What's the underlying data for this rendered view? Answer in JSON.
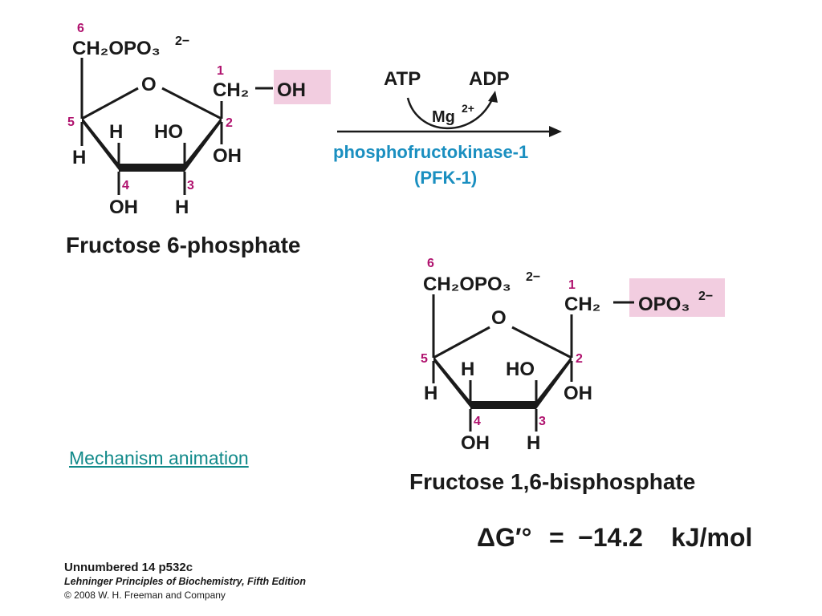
{
  "reactant": {
    "name": "Fructose 6-phosphate",
    "c6_group": "CH₂OPO₃",
    "c6_charge": "2−",
    "c1_group": "CH₂",
    "c1_substituent": "OH",
    "ring_oxygen": "O",
    "c5_h": "H",
    "c5_ring_h": "H",
    "c4_oh": "OH",
    "c4_h_top": "H",
    "c3_ho": "HO",
    "c3_h": "H",
    "c2_oh": "OH",
    "carbon_numbers": [
      "1",
      "2",
      "3",
      "4",
      "5",
      "6"
    ]
  },
  "product": {
    "name": "Fructose 1,6-bisphosphate",
    "c6_group": "CH₂OPO₃",
    "c6_charge": "2−",
    "c1_group": "CH₂",
    "c1_substituent": "OPO₃",
    "c1_charge": "2−",
    "ring_oxygen": "O",
    "c5_h": "H",
    "c5_ring_h": "H",
    "c4_oh": "OH",
    "c4_h_top": "H",
    "c3_ho": "HO",
    "c3_h": "H",
    "c2_oh": "OH",
    "carbon_numbers": [
      "1",
      "2",
      "3",
      "4",
      "5",
      "6"
    ]
  },
  "reaction": {
    "cosubstrate_in": "ATP",
    "cosubstrate_out": "ADP",
    "cofactor": "Mg",
    "cofactor_charge": "2+",
    "enzyme": "phosphofructokinase-1",
    "enzyme_abbrev": "(PFK-1)"
  },
  "energy": {
    "symbol": "ΔG′°",
    "equals": "=",
    "value": "−14.2",
    "unit": "kJ/mol"
  },
  "link": {
    "text": "Mechanism animation"
  },
  "credits": {
    "figure_id": "Unnumbered 14 p532c",
    "book": "Lehninger Principles of Biochemistry, Fifth Edition",
    "copyright": "© 2008 W. H. Freeman and Company"
  },
  "colors": {
    "carbon_number": "#b0126e",
    "enzyme": "#1a8fc0",
    "highlight": "#f2cde0",
    "link": "#128a8a"
  }
}
